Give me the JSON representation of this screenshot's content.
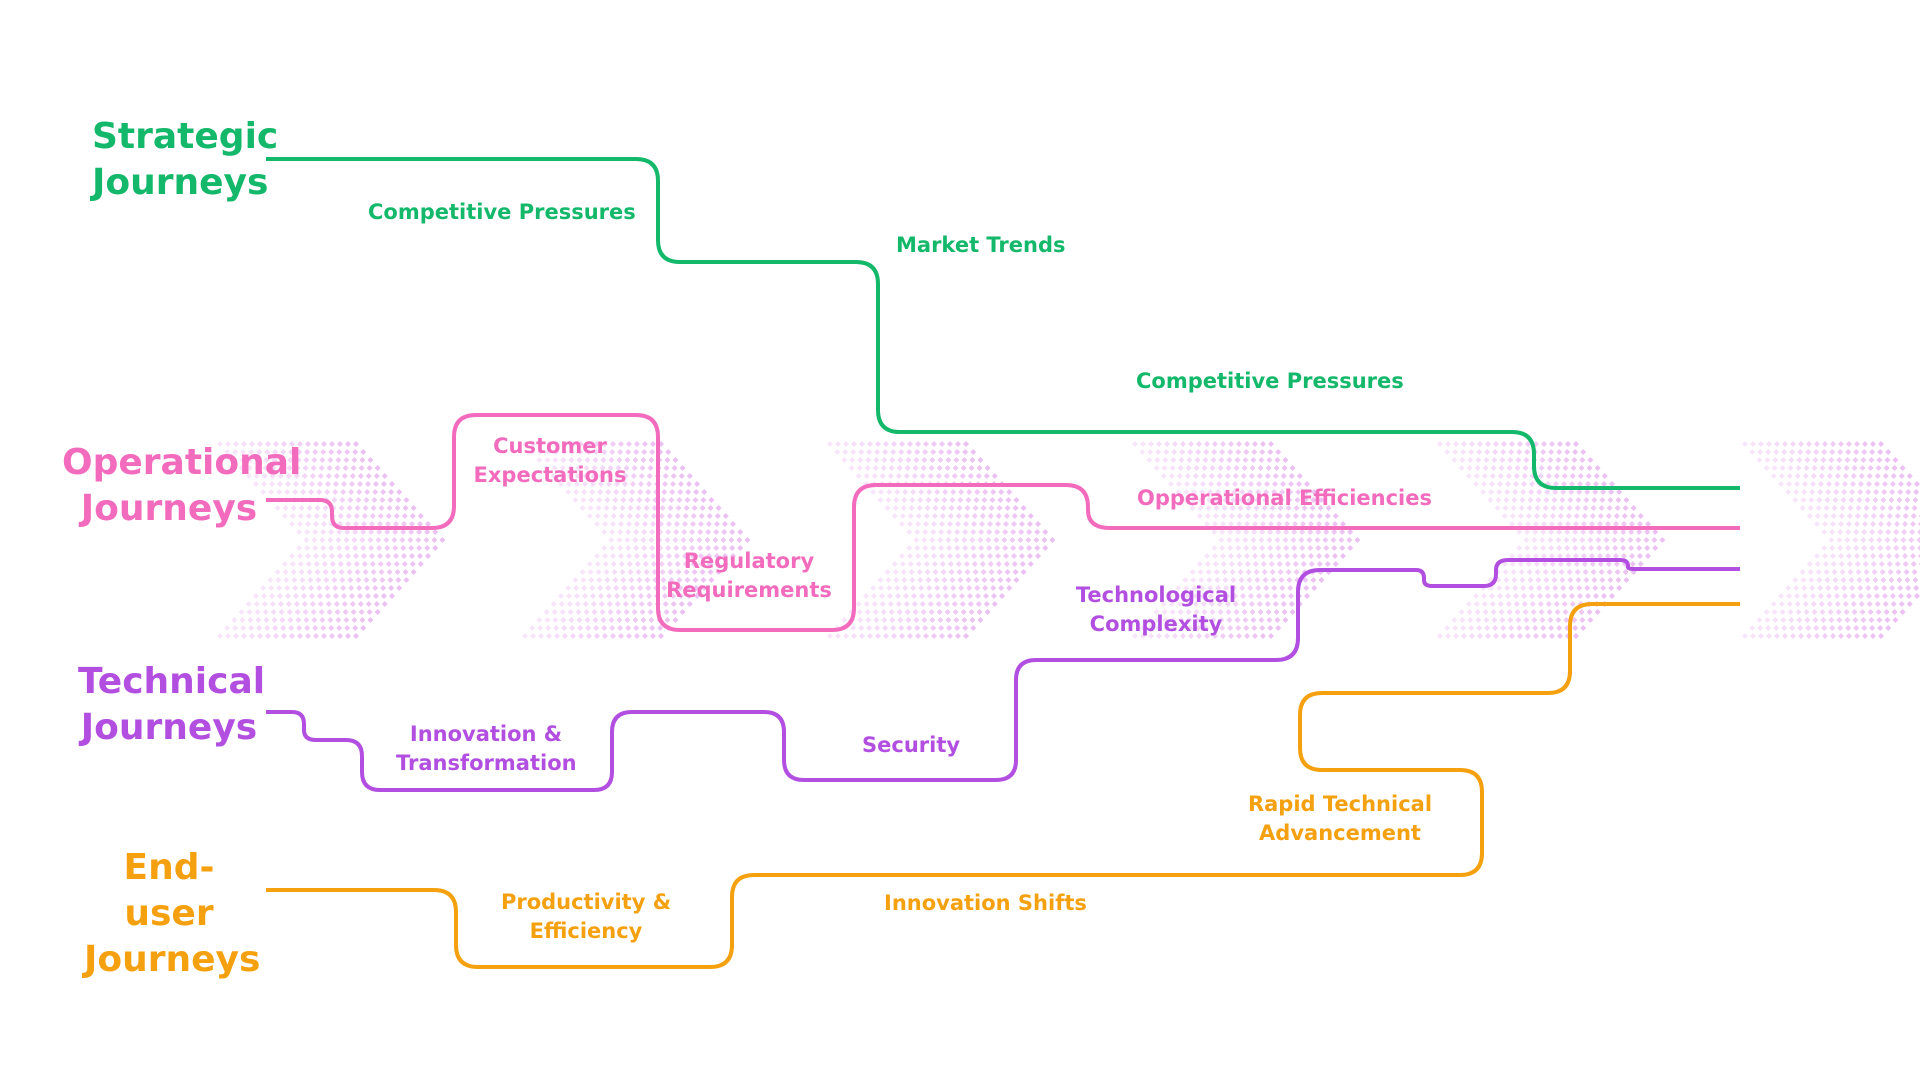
{
  "colors": {
    "strategic": "#14b86a",
    "operational": "#f26bbd",
    "technical": "#b24fe0",
    "enduser": "#f5a10f",
    "dots": "#e9b8f0"
  },
  "rows": {
    "strategic": {
      "title_1": "Strategic",
      "title_2": "Journeys",
      "labels": [
        "Competitive Pressures",
        "Market Trends",
        "Competitive Pressures"
      ]
    },
    "operational": {
      "title_1": "Operational",
      "title_2": "Journeys",
      "labels": [
        "Customer",
        "Expectations",
        "Regulatory",
        "Requirements",
        "Opperational Efficiencies"
      ]
    },
    "technical": {
      "title_1": "Technical",
      "title_2": "Journeys",
      "labels": [
        "Innovation &",
        "Transformation",
        "Security",
        "Technological",
        "Complexity"
      ]
    },
    "enduser": {
      "title_1": "End-user",
      "title_2": "Journeys",
      "labels": [
        "Productivity &",
        "Efficiency",
        "Innovation Shifts",
        "Rapid Technical",
        "Advancement"
      ]
    }
  }
}
